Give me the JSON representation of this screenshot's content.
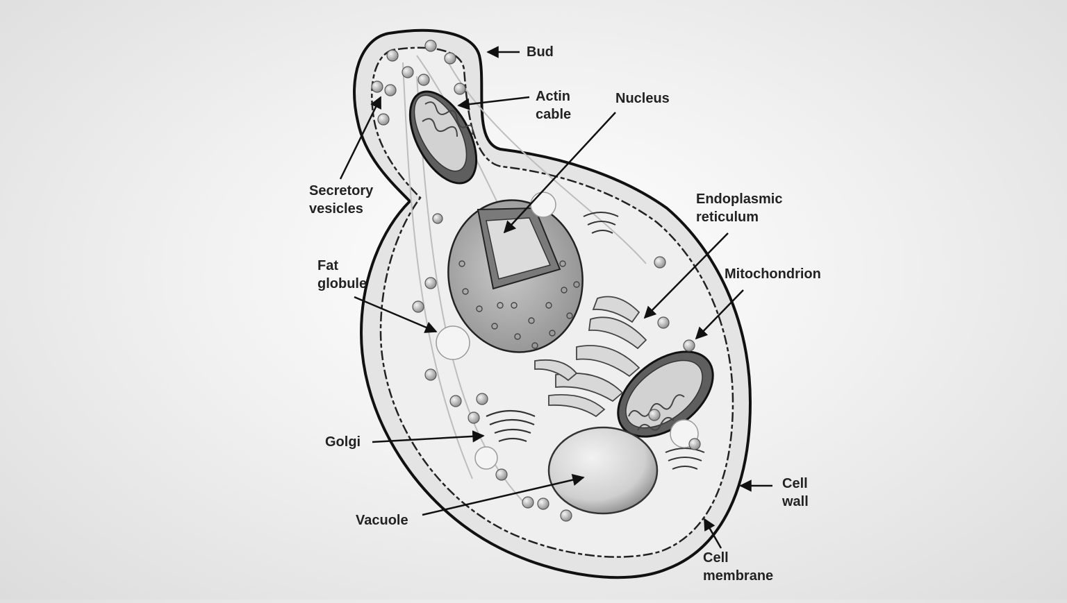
{
  "labels": {
    "bud": [
      "Bud"
    ],
    "actin_cable": [
      "Actin",
      "cable"
    ],
    "nucleus": [
      "Nucleus"
    ],
    "secretory_vesicles": [
      "Secretory",
      "vesicles"
    ],
    "endoplasmic_reticulum": [
      "Endoplasmic",
      "reticulum"
    ],
    "fat_globule": [
      "Fat",
      "globule"
    ],
    "mitochondrion": [
      "Mitochondrion"
    ],
    "golgi": [
      "Golgi"
    ],
    "cell_wall": [
      "Cell",
      "wall"
    ],
    "vacuole": [
      "Vacuole"
    ],
    "cell_membrane": [
      "Cell",
      "membrane"
    ]
  },
  "colors": {
    "outline": "#111111",
    "cytoplasm": "#ececec",
    "organelle_dark": "#6a6a6a",
    "nucleus_fill": "#b8b8b8",
    "vacuole_fill": "#d6d6d6"
  }
}
